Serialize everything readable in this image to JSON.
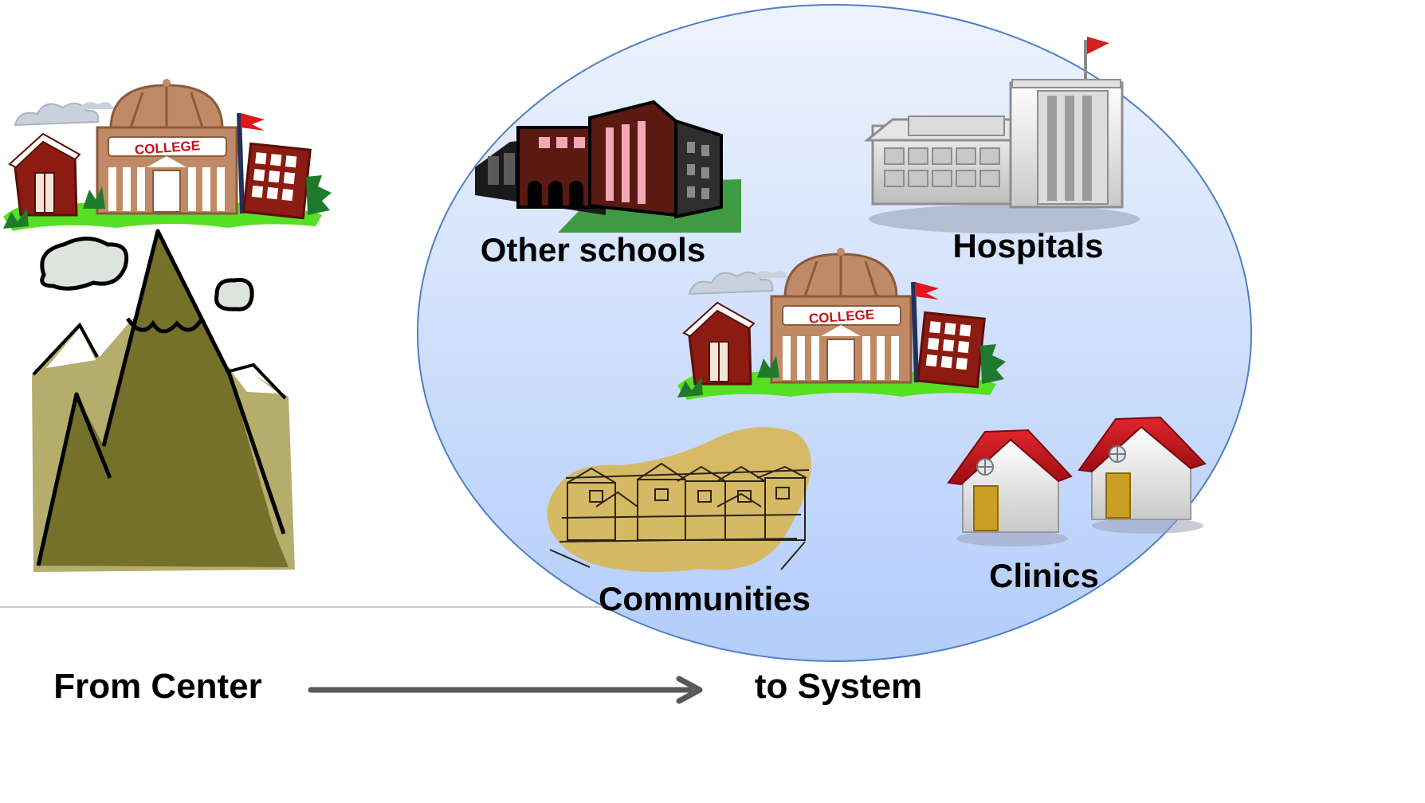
{
  "labels": {
    "other_schools": "Other schools",
    "hospitals": "Hospitals",
    "communities": "Communities",
    "clinics": "Clinics",
    "from_center": "From Center",
    "to_system": "to System"
  },
  "college_sign": "COLLEGE",
  "icons": [
    "cloud-icon",
    "mountain-icon",
    "college-icon",
    "school-building-icon",
    "hospital-icon",
    "townhouses-icon",
    "clinic-house-icon",
    "arrow-right-icon"
  ],
  "colors": {
    "ellipse_top": "#eef3fd",
    "ellipse_bottom": "#b3cdfb",
    "ellipse_stroke": "#4f7fc4",
    "mountain": "#75702a",
    "mountain_back": "#b4ad6c",
    "brick": "#8c1c12",
    "dome": "#c08a66",
    "grass": "#55e023",
    "roof_red": "#c8141a",
    "arrow": "#595959"
  }
}
